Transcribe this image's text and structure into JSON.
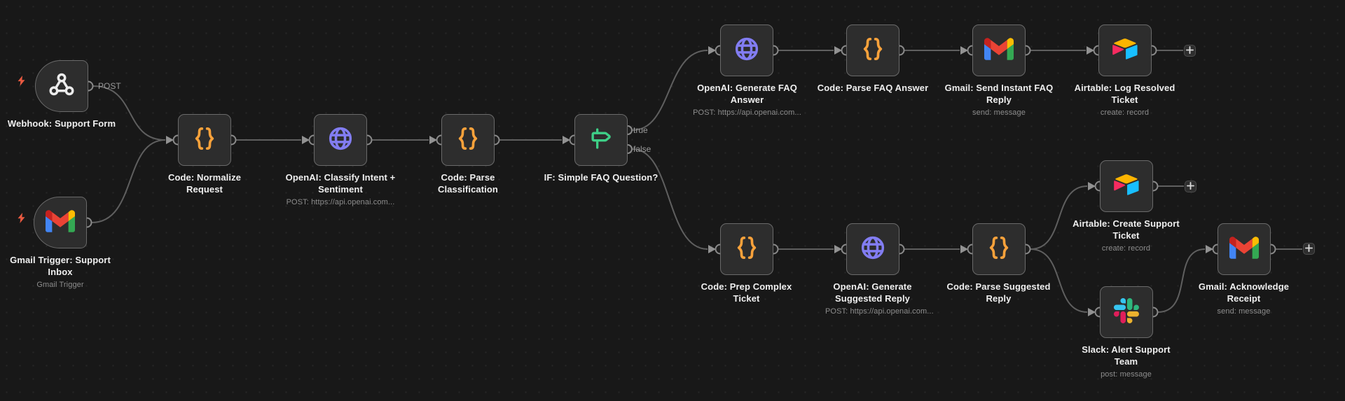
{
  "canvas": {
    "background": "#181818",
    "grid_dot_color": "#272727",
    "plus_buttons_count": 3
  },
  "colors": {
    "node_bg": "#2d2d2d",
    "node_border": "#6a6a6a",
    "wire": "#5f5f5f",
    "title_text": "#efefef",
    "subtitle_text": "#8d8d8d",
    "code_icon": "#f9a23b",
    "http_icon": "#827df2",
    "if_icon": "#3ecf87",
    "trigger_bolt": "#ea5a41"
  },
  "nodes": [
    {
      "id": "webhook",
      "title": "Webhook: Support Form",
      "icon": "webhook-icon",
      "type": "trigger",
      "output_label": "POST"
    },
    {
      "id": "gmail-trigger",
      "title": "Gmail Trigger: Support Inbox",
      "subtitle": "Gmail Trigger",
      "icon": "gmail-icon",
      "type": "trigger"
    },
    {
      "id": "code-normalize",
      "title": "Code: Normalize Request",
      "icon": "code-braces-icon",
      "type": "action"
    },
    {
      "id": "openai-classify",
      "title": "OpenAI: Classify Intent + Sentiment",
      "subtitle": "POST: https://api.openai.com...",
      "icon": "globe-icon",
      "type": "action"
    },
    {
      "id": "code-parse-classification",
      "title": "Code: Parse Classification",
      "icon": "code-braces-icon",
      "type": "action"
    },
    {
      "id": "if-simple-faq",
      "title": "IF: Simple FAQ Question?",
      "icon": "signpost-icon",
      "type": "action",
      "output_labels": [
        "true",
        "false"
      ]
    },
    {
      "id": "openai-faq-answer",
      "title": "OpenAI: Generate FAQ Answer",
      "subtitle": "POST: https://api.openai.com...",
      "icon": "globe-icon",
      "type": "action"
    },
    {
      "id": "code-parse-faq",
      "title": "Code: Parse FAQ Answer",
      "icon": "code-braces-icon",
      "type": "action"
    },
    {
      "id": "gmail-send-reply",
      "title": "Gmail: Send Instant FAQ Reply",
      "subtitle": "send: message",
      "icon": "gmail-icon",
      "type": "action"
    },
    {
      "id": "airtable-log",
      "title": "Airtable: Log Resolved Ticket",
      "subtitle": "create: record",
      "icon": "airtable-icon",
      "type": "action"
    },
    {
      "id": "code-prep-ticket",
      "title": "Code: Prep Complex Ticket",
      "icon": "code-braces-icon",
      "type": "action"
    },
    {
      "id": "openai-suggested-reply",
      "title": "OpenAI: Generate Suggested Reply",
      "subtitle": "POST: https://api.openai.com...",
      "icon": "globe-icon",
      "type": "action"
    },
    {
      "id": "code-parse-suggested",
      "title": "Code: Parse Suggested Reply",
      "icon": "code-braces-icon",
      "type": "action"
    },
    {
      "id": "airtable-create-ticket",
      "title": "Airtable: Create Support Ticket",
      "subtitle": "create: record",
      "icon": "airtable-icon",
      "type": "action"
    },
    {
      "id": "slack-alert",
      "title": "Slack: Alert Support Team",
      "subtitle": "post: message",
      "icon": "slack-icon",
      "type": "action"
    },
    {
      "id": "gmail-acknowledge",
      "title": "Gmail: Acknowledge Receipt",
      "subtitle": "send: message",
      "icon": "gmail-icon",
      "type": "action"
    }
  ],
  "connections": [
    {
      "from": "webhook",
      "to": "code-normalize",
      "label": "POST"
    },
    {
      "from": "gmail-trigger",
      "to": "code-normalize"
    },
    {
      "from": "code-normalize",
      "to": "openai-classify"
    },
    {
      "from": "openai-classify",
      "to": "code-parse-classification"
    },
    {
      "from": "code-parse-classification",
      "to": "if-simple-faq"
    },
    {
      "from": "if-simple-faq",
      "to": "openai-faq-answer",
      "label": "true"
    },
    {
      "from": "if-simple-faq",
      "to": "code-prep-ticket",
      "label": "false"
    },
    {
      "from": "openai-faq-answer",
      "to": "code-parse-faq"
    },
    {
      "from": "code-parse-faq",
      "to": "gmail-send-reply"
    },
    {
      "from": "gmail-send-reply",
      "to": "airtable-log"
    },
    {
      "from": "airtable-log",
      "to": "add-node-plus"
    },
    {
      "from": "code-prep-ticket",
      "to": "openai-suggested-reply"
    },
    {
      "from": "openai-suggested-reply",
      "to": "code-parse-suggested"
    },
    {
      "from": "code-parse-suggested",
      "to": "airtable-create-ticket"
    },
    {
      "from": "code-parse-suggested",
      "to": "slack-alert"
    },
    {
      "from": "airtable-create-ticket",
      "to": "add-node-plus"
    },
    {
      "from": "slack-alert",
      "to": "gmail-acknowledge"
    },
    {
      "from": "gmail-acknowledge",
      "to": "add-node-plus"
    }
  ]
}
